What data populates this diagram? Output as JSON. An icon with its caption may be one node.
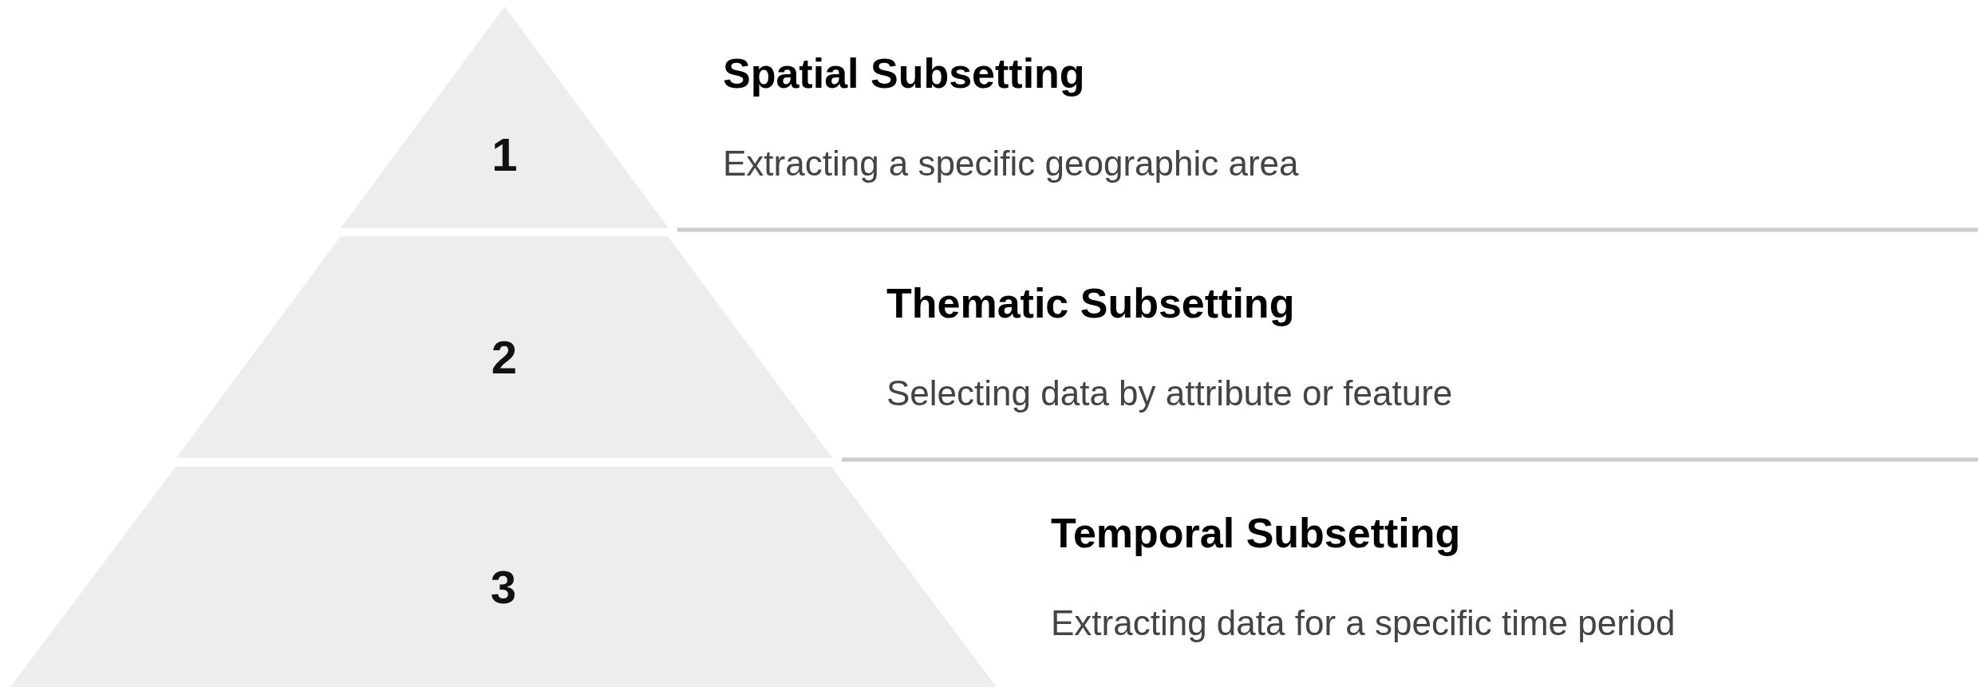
{
  "diagram": {
    "nodes": [
      {
        "text": [
          "1"
        ],
        "beside": [
          "Spatial Subsetting",
          "Extracting a specific geographic area"
        ]
      },
      {
        "text": [
          "2"
        ],
        "beside": [
          "Thematic Subsetting",
          "Selecting data by attribute or feature"
        ]
      },
      {
        "text": [
          "3"
        ],
        "beside": [
          "Temporal Subsetting",
          "Extracting data for a specific time period"
        ]
      }
    ]
  }
}
